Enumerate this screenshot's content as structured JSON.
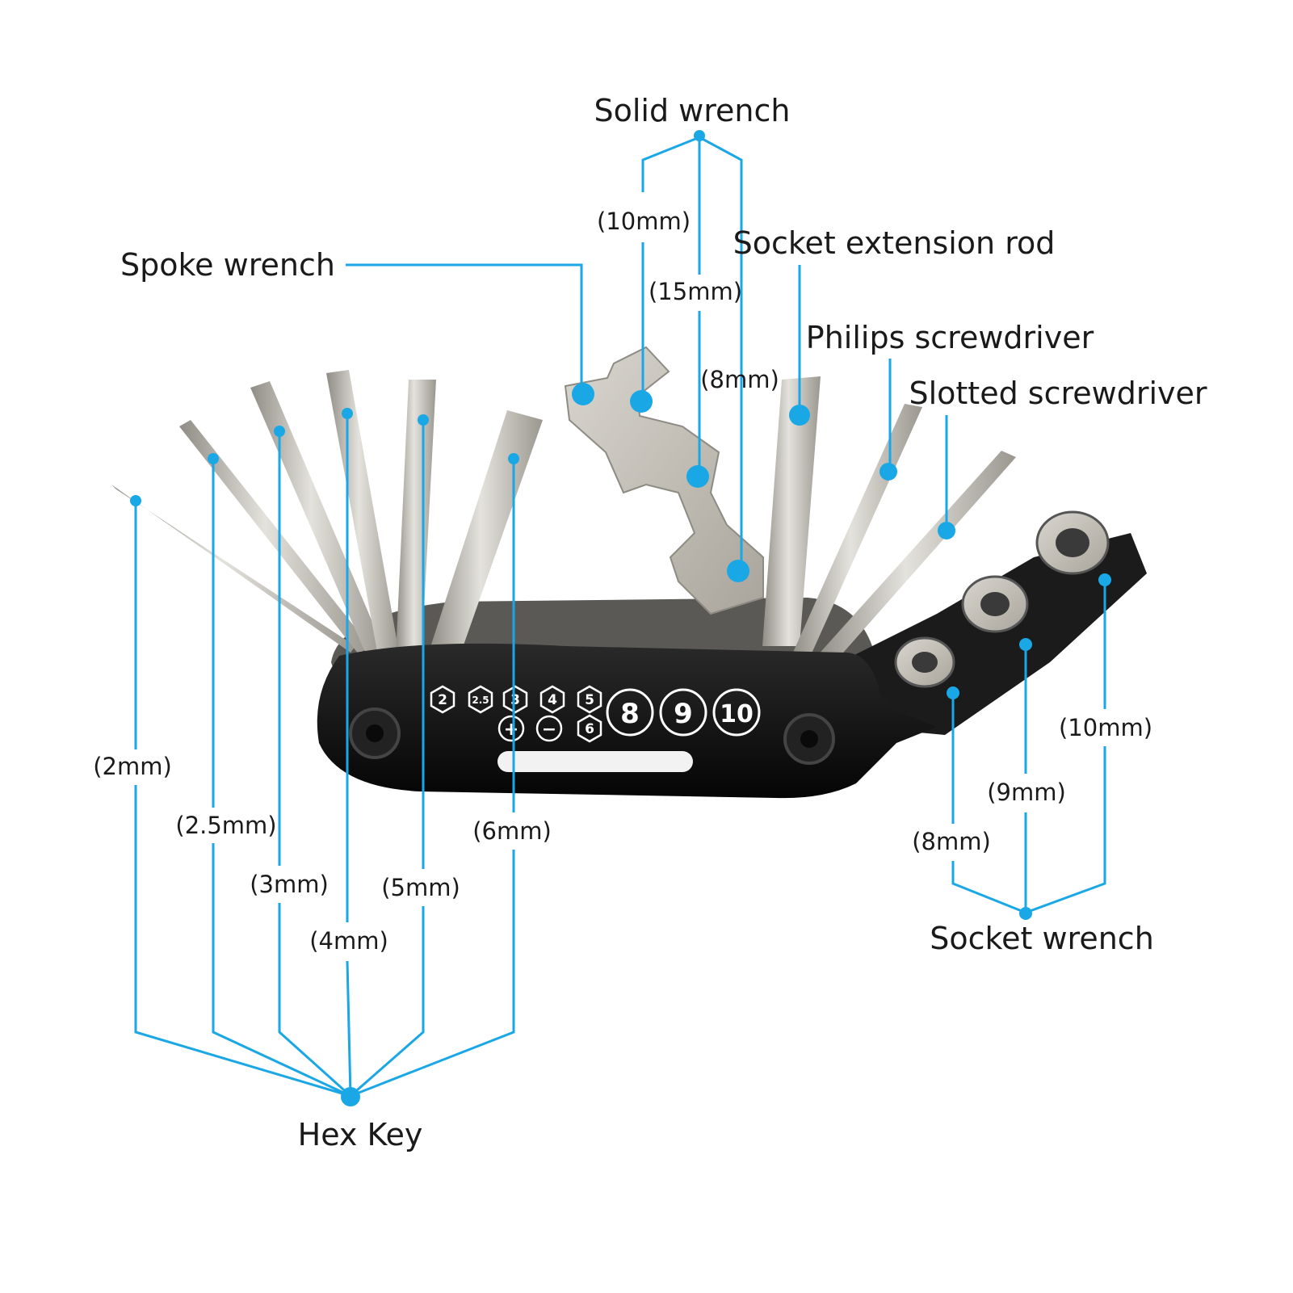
{
  "theme": {
    "accent": "#1aa7e6",
    "metal": "#c8c6c0",
    "metal_dark": "#8e8b84",
    "body": "#121212"
  },
  "groups": {
    "solid_wrench": "Solid wrench",
    "socket_extension_rod": "Socket extension rod",
    "spoke_wrench": "Spoke wrench",
    "philips_screwdriver": "Philips  screwdriver",
    "slotted_screwdriver": "Slotted screwdriver",
    "socket_wrench": "Socket wrench",
    "hex_key": "Hex Key"
  },
  "solid_wrench_sizes": [
    "(10mm)",
    "(15mm)",
    "(8mm)"
  ],
  "hex_key_sizes": [
    "(2mm)",
    "(2.5mm)",
    "(3mm)",
    "(4mm)",
    "(5mm)",
    "(6mm)"
  ],
  "socket_sizes": [
    "(8mm)",
    "(9mm)",
    "(10mm)"
  ],
  "body_marks": {
    "hex_row": [
      "2",
      "2.5",
      "3",
      "4",
      "5"
    ],
    "hex_row2": [
      "6"
    ],
    "screwdriver_marks": [
      "+",
      "−"
    ],
    "big_sockets": [
      "8",
      "9",
      "10"
    ]
  }
}
